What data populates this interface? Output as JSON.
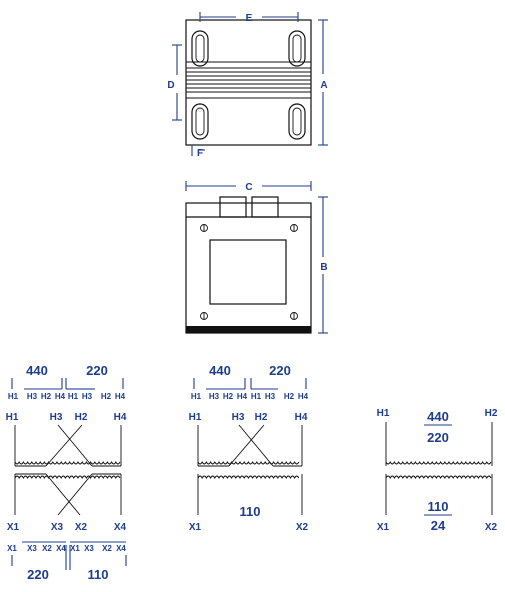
{
  "dims": {
    "a": "A",
    "b": "B",
    "c": "C",
    "d": "D",
    "e": "E",
    "f": "F"
  },
  "left": {
    "top_v1": "440",
    "top_v2": "220",
    "top_terms": [
      "H1",
      "H3",
      "H2",
      "H4",
      "H1",
      "H3",
      "H2",
      "H4"
    ],
    "h_labels": [
      "H1",
      "H3",
      "H2",
      "H4"
    ],
    "x_labels": [
      "X1",
      "X3",
      "X2",
      "X4"
    ],
    "bottom_terms": [
      "X1",
      "X3",
      "X2",
      "X4",
      "X1",
      "X3",
      "X2",
      "X4"
    ],
    "bot_v1": "220",
    "bot_v2": "110"
  },
  "middle": {
    "top_v1": "440",
    "top_v2": "220",
    "top_terms": [
      "H1",
      "H3",
      "H2",
      "H4",
      "H1",
      "H3",
      "H2",
      "H4"
    ],
    "h_labels": [
      "H1",
      "H3",
      "H2",
      "H4"
    ],
    "x_labels": [
      "X1",
      "X2"
    ],
    "sec_v": "110"
  },
  "right": {
    "h_labels": [
      "H1",
      "H2"
    ],
    "x_labels": [
      "X1",
      "X2"
    ],
    "pri_v1": "440",
    "pri_v2": "220",
    "sec_v1": "110",
    "sec_v2": "24"
  }
}
